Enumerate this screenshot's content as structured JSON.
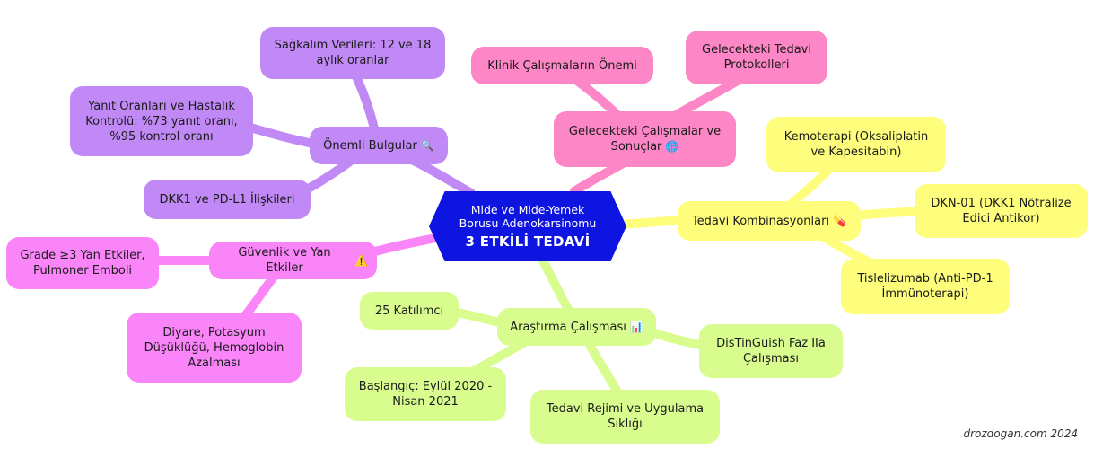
{
  "center": {
    "line1": "Mide ve Mide-Yemek",
    "line2": "Borusu Adenokarsinomu",
    "line3": "3 ETKİLİ TEDAVİ"
  },
  "branches": {
    "bulgular": {
      "label": "Önemli Bulgular",
      "icon": "🔍",
      "children": [
        "Sağkalım Verileri: 12 ve 18 aylık oranlar",
        "Yanıt Oranları ve Hastalık Kontrolü: %73 yanıt oranı, %95 kontrol oranı",
        "DKK1 ve PD-L1 İlişkileri"
      ]
    },
    "gelecek": {
      "label": "Gelecekteki Çalışmalar ve Sonuçlar",
      "icon": "🌐",
      "children": [
        "Klinik Çalışmaların Önemi",
        "Gelecekteki Tedavi Protokolleri"
      ]
    },
    "tedavi": {
      "label": "Tedavi Kombinasyonları",
      "icon": "💊",
      "children": [
        "Kemoterapi (Oksaliplatin ve Kapesitabin)",
        "DKN-01 (DKK1 Nötralize Edici Antikor)",
        "Tislelizumab (Anti-PD-1 İmmünoterapi)"
      ]
    },
    "guvenlik": {
      "label": "Güvenlik ve Yan Etkiler",
      "icon": "⚠️",
      "children": [
        "Grade ≥3 Yan Etkiler, Pulmoner Emboli",
        "Diyare, Potasyum Düşüklüğü, Hemoglobin Azalması"
      ]
    },
    "arastirma": {
      "label": "Araştırma Çalışması",
      "icon": "📊",
      "children": [
        "25 Katılımcı",
        "DisTinGuish Faz IIa Çalışması",
        "Başlangıç: Eylül 2020 - Nisan 2021",
        "Tedavi Rejimi ve Uygulama Sıklığı"
      ]
    }
  },
  "colors": {
    "center": "#0e15e0",
    "purple_branch": "#c189f6",
    "pink_branch": "#fd86c6",
    "yellow_branch": "#fefe7c",
    "magenta_branch": "#f985f9",
    "green_branch": "#d9fc8f"
  },
  "watermark": "drozdogan.com 2024"
}
